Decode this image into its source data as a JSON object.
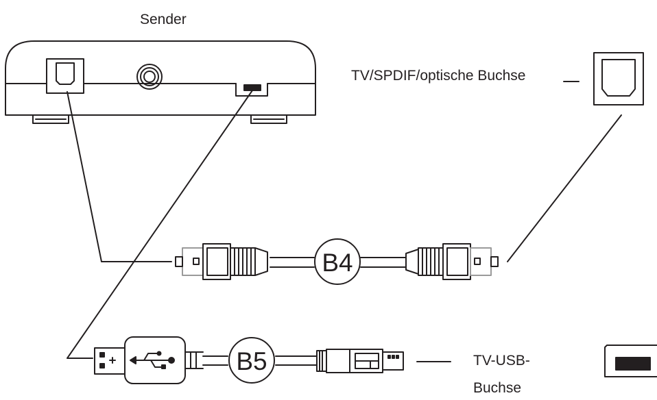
{
  "labels": {
    "sender": "Sender",
    "tv_optical": "TV/SPDIF/optische Buchse",
    "tv_usb_line1": "TV-USB-",
    "tv_usb_line2": "Buchse"
  },
  "cables": {
    "optical": "B4",
    "usb": "B5"
  },
  "colors": {
    "stroke": "#231f20",
    "connector_tip": "#9a9a9a"
  }
}
